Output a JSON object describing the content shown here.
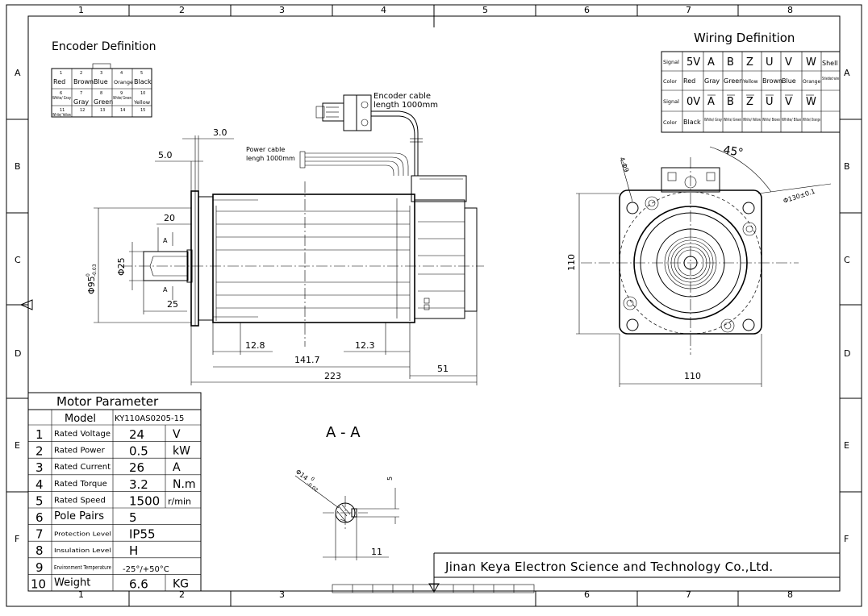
{
  "border": {
    "columns": [
      "1",
      "2",
      "3",
      "4",
      "5",
      "6",
      "7",
      "8"
    ],
    "rows": [
      "A",
      "B",
      "C",
      "D",
      "E",
      "F"
    ]
  },
  "encoder_definition": {
    "title": "Encoder Definition",
    "pins": [
      {
        "num": "1",
        "color": "Red"
      },
      {
        "num": "2",
        "color": "Brown"
      },
      {
        "num": "3",
        "color": "Blue"
      },
      {
        "num": "4",
        "color": "Orange"
      },
      {
        "num": "5",
        "color": "Black"
      },
      {
        "num": "6",
        "color": "White/ Gray"
      },
      {
        "num": "7",
        "color": "Gray"
      },
      {
        "num": "8",
        "color": "Green"
      },
      {
        "num": "9",
        "color": "White/ Green"
      },
      {
        "num": "10",
        "color": "Yellow"
      },
      {
        "num": "11",
        "color": "White/ Yellow"
      },
      {
        "num": "12",
        "color": ""
      },
      {
        "num": "13",
        "color": ""
      },
      {
        "num": "14",
        "color": ""
      },
      {
        "num": "15",
        "color": ""
      }
    ]
  },
  "wiring_definition": {
    "title": "Wiring Definition",
    "row1_label": "Signal",
    "row1": [
      "5V",
      "A",
      "B",
      "Z",
      "U",
      "V",
      "W",
      "Shell"
    ],
    "row2_label": "Color",
    "row2": [
      "Red",
      "Gray",
      "Green",
      "Yellow",
      "Brown",
      "Blue",
      "Orange",
      "Shielded wire"
    ],
    "row3_label": "Signal",
    "row3": [
      "0V",
      "A",
      "B",
      "Z",
      "U",
      "V",
      "W",
      ""
    ],
    "row4_label": "Color",
    "row4": [
      "Black",
      "White/ Gray",
      "White/ Green",
      "White/ Yellow",
      "White/ Brown",
      "White/ Blue",
      "White/ Orange",
      ""
    ]
  },
  "cables": {
    "encoder": "Encoder cable length 1000mm",
    "encoder_l1": "Encoder cable",
    "encoder_l2": "length 1000mm",
    "power_l1": "Power cable",
    "power_l2": "lengh 1000mm"
  },
  "dimensions": {
    "d3": "3.0",
    "d5": "5.0",
    "d20": "20",
    "d25": "25",
    "d95": "Φ95-0.03",
    "d95_base": "Φ95",
    "d95_tol_top": "0",
    "d95_tol_bot": "-0.03",
    "dphi25": "Φ25",
    "d12_8": "12.8",
    "d141_7": "141.7",
    "d12_3": "12.3",
    "d223": "223",
    "d51": "51",
    "section_mark": "A",
    "d110_v": "110",
    "d110_h": "110",
    "d45": "45°",
    "d4phi9": "4-Φ9",
    "d130": "Φ130±0.1",
    "key_phi14": "Φ14-0.02",
    "key_phi14_base": "Φ14",
    "key_tol_top": "0",
    "key_tol_bot": "-0.02",
    "key_5": "5",
    "key_11": "11"
  },
  "section_label": "A - A",
  "motor_parameter": {
    "title": "Motor Parameter",
    "model_label": "Model",
    "model_value": "KY110AS0205-15",
    "rows": [
      {
        "n": "1",
        "name": "Rated Voltage",
        "value": "24",
        "unit": "V"
      },
      {
        "n": "2",
        "name": "Rated Power",
        "value": "0.5",
        "unit": "kW"
      },
      {
        "n": "3",
        "name": "Rated Current",
        "value": "26",
        "unit": "A"
      },
      {
        "n": "4",
        "name": "Rated Torque",
        "value": "3.2",
        "unit": "N.m"
      },
      {
        "n": "5",
        "name": "Rated Speed",
        "value": "1500",
        "unit": "r/min"
      },
      {
        "n": "6",
        "name": "Pole Pairs",
        "value": "5",
        "unit": ""
      },
      {
        "n": "7",
        "name": "Protection Level",
        "value": "IP55",
        "unit": ""
      },
      {
        "n": "8",
        "name": "Insulation Level",
        "value": "H",
        "unit": ""
      },
      {
        "n": "9",
        "name": "Environment Temperature",
        "value": "-25°/+50°C",
        "unit": ""
      },
      {
        "n": "10",
        "name": "Weight",
        "value": "6.6",
        "unit": "KG"
      }
    ]
  },
  "title_block": {
    "company": "Jinan Keya Electron Science and Technology Co.,Ltd."
  }
}
